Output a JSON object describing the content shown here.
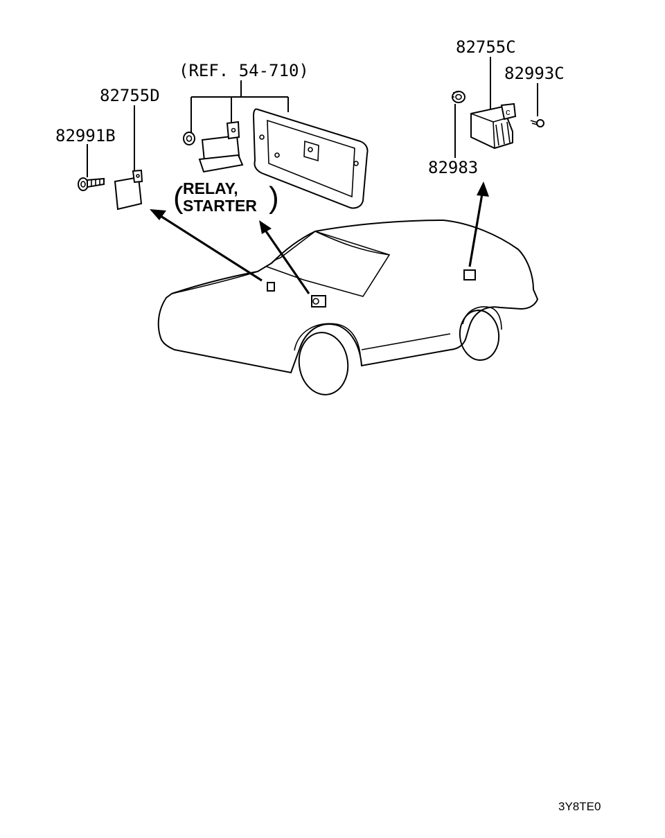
{
  "labels": {
    "ref": "(REF. 54-710)",
    "p82755D": "82755D",
    "p82991B": "82991B",
    "p82755C": "82755C",
    "p82993C": "82993C",
    "p82983": "82983",
    "relay_line1": "RELAY,",
    "relay_line2": "STARTER",
    "paren_open": "(",
    "paren_close": ")",
    "figure_code": "3Y8TE0"
  }
}
